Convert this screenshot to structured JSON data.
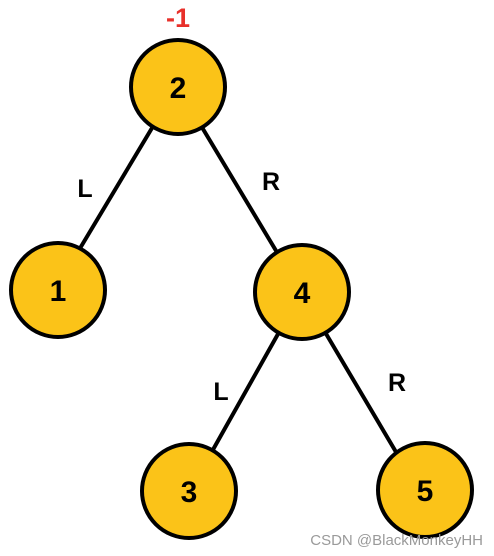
{
  "tree": {
    "balance_annotation": "-1",
    "nodes": [
      {
        "id": "n2",
        "label": "2"
      },
      {
        "id": "n1",
        "label": "1"
      },
      {
        "id": "n4",
        "label": "4"
      },
      {
        "id": "n3",
        "label": "3"
      },
      {
        "id": "n5",
        "label": "5"
      }
    ],
    "edges": [
      {
        "from": "n2",
        "to": "n1",
        "label": "L"
      },
      {
        "from": "n2",
        "to": "n4",
        "label": "R"
      },
      {
        "from": "n4",
        "to": "n3",
        "label": "L"
      },
      {
        "from": "n4",
        "to": "n5",
        "label": "R"
      }
    ],
    "colors": {
      "node_fill": "#fbc318",
      "node_stroke": "#000000",
      "balance_text": "#e8302a"
    }
  },
  "watermark": "CSDN @BlackMonkeyHH"
}
